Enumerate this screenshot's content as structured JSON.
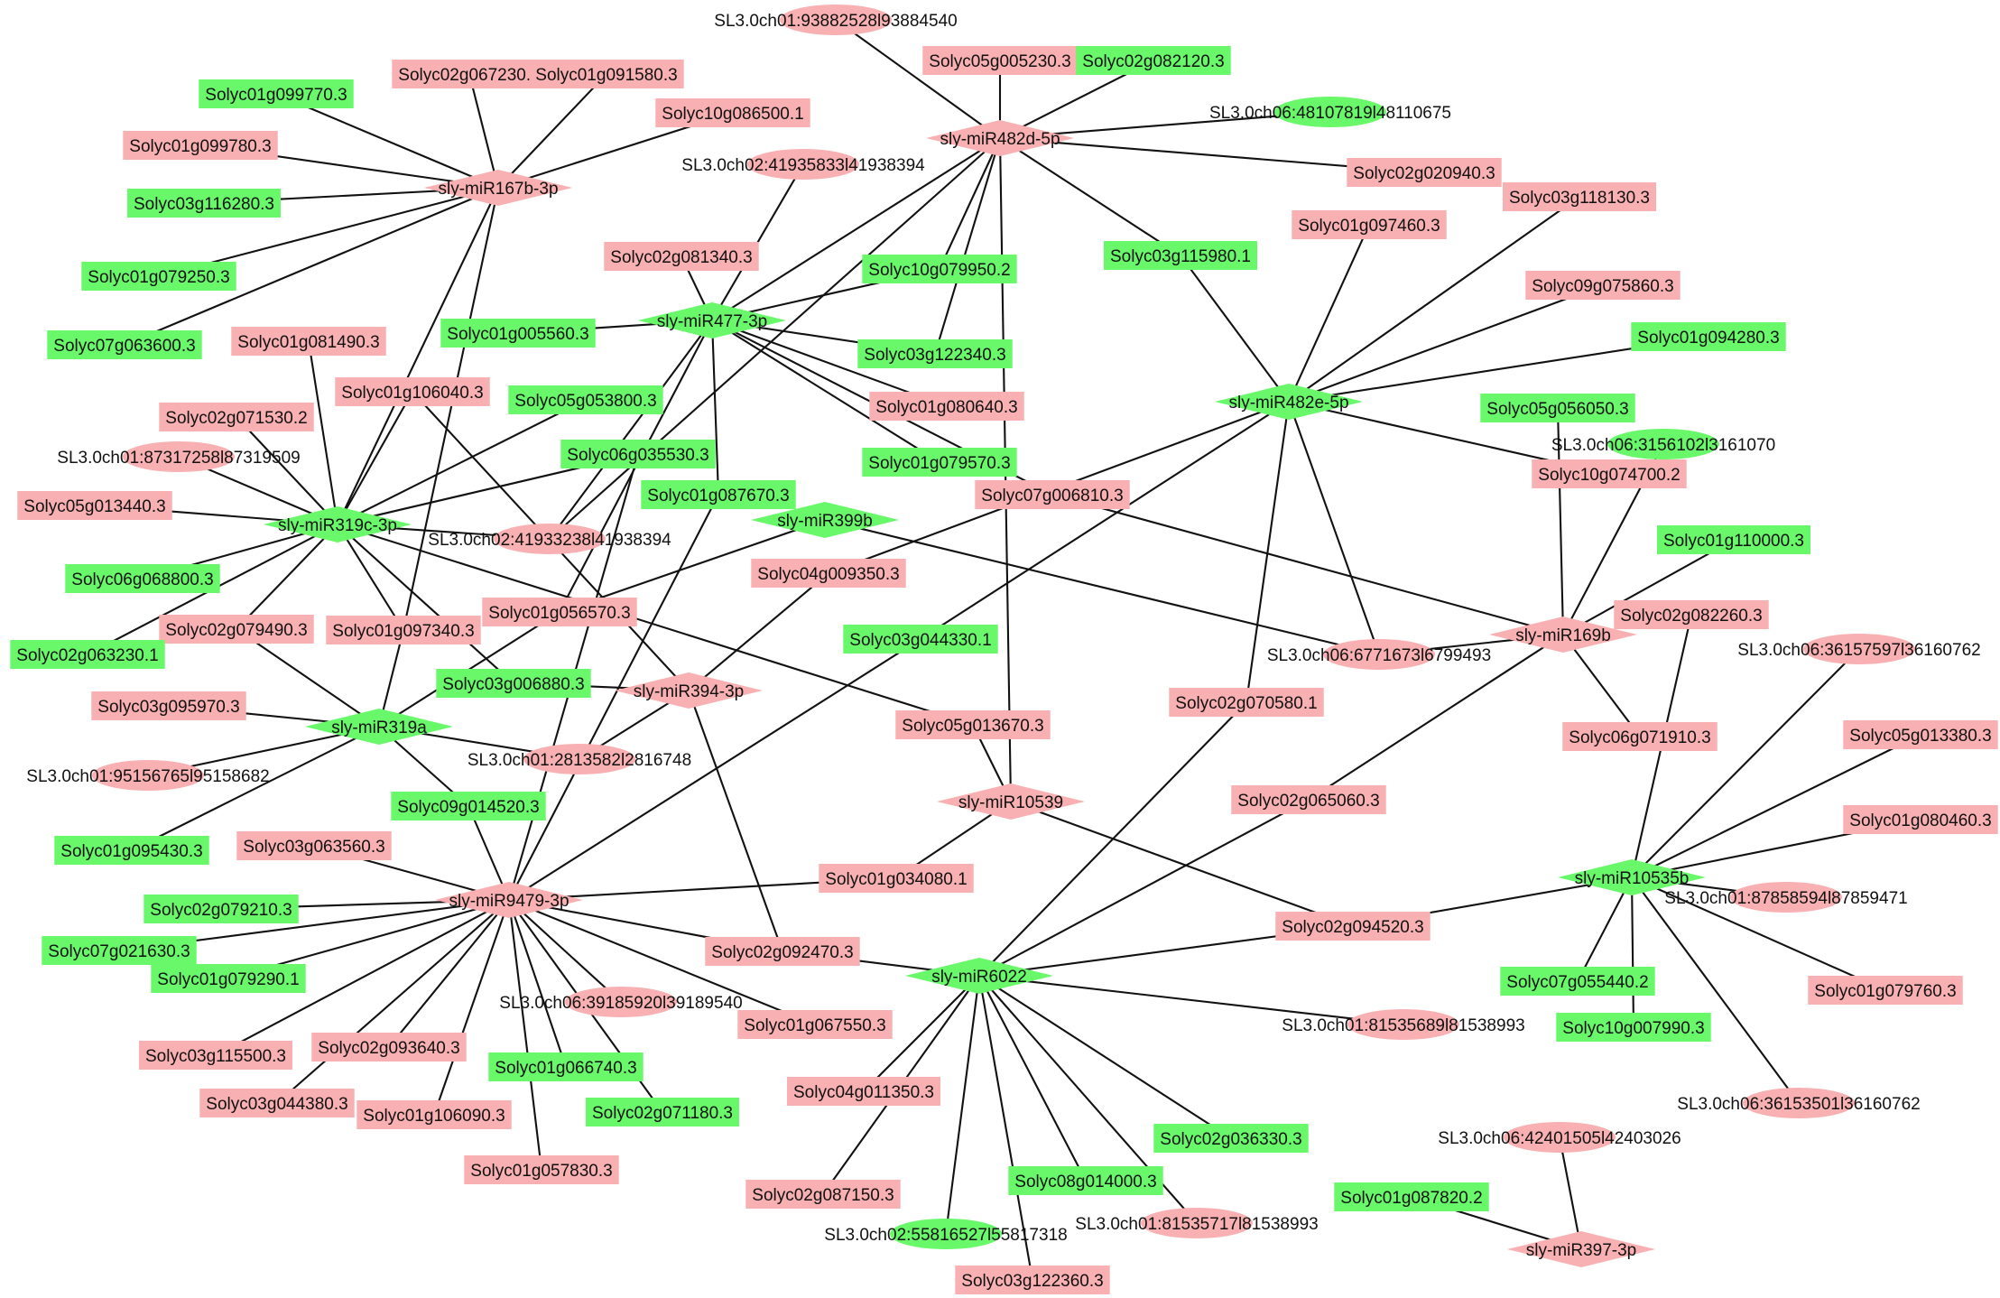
{
  "colors": {
    "pink": "#f8b0b2",
    "green": "#68f86a",
    "edge": "#111111"
  },
  "nodes": [
    {
      "id": "mir167b",
      "label": "sly-miR167b-3p",
      "shape": "diamond",
      "color": "pink"
    },
    {
      "id": "mir482d",
      "label": "sly-miR482d-5p",
      "shape": "diamond",
      "color": "pink"
    },
    {
      "id": "mir477",
      "label": "sly-miR477-3p",
      "shape": "diamond",
      "color": "green"
    },
    {
      "id": "mir482e",
      "label": "sly-miR482e-5p",
      "shape": "diamond",
      "color": "green"
    },
    {
      "id": "mir319c",
      "label": "sly-miR319c-3p",
      "shape": "diamond",
      "color": "green"
    },
    {
      "id": "mir399b",
      "label": "sly-miR399b",
      "shape": "diamond",
      "color": "green"
    },
    {
      "id": "mir169b",
      "label": "sly-miR169b",
      "shape": "diamond",
      "color": "pink"
    },
    {
      "id": "mir394",
      "label": "sly-miR394-3p",
      "shape": "diamond",
      "color": "pink"
    },
    {
      "id": "mir319a",
      "label": "sly-miR319a",
      "shape": "diamond",
      "color": "green"
    },
    {
      "id": "mir10539",
      "label": "sly-miR10539",
      "shape": "diamond",
      "color": "pink"
    },
    {
      "id": "mir9479",
      "label": "sly-miR9479-3p",
      "shape": "diamond",
      "color": "pink"
    },
    {
      "id": "mir10535b",
      "label": "sly-miR10535b",
      "shape": "diamond",
      "color": "green"
    },
    {
      "id": "mir6022",
      "label": "sly-miR6022",
      "shape": "diamond",
      "color": "green"
    },
    {
      "id": "mir397",
      "label": "sly-miR397-3p",
      "shape": "diamond",
      "color": "pink"
    },
    {
      "id": "e_ch01_938",
      "label": "SL3.0ch01:93882528l93884540",
      "shape": "ellipse",
      "color": "pink"
    },
    {
      "id": "e_ch06_481",
      "label": "SL3.0ch06:48107819l48110675",
      "shape": "ellipse",
      "color": "green"
    },
    {
      "id": "e_ch02_419a",
      "label": "SL3.0ch02:41935833l41938394",
      "shape": "ellipse",
      "color": "pink"
    },
    {
      "id": "e_ch01_873",
      "label": "SL3.0ch01:87317258l87319509",
      "shape": "ellipse",
      "color": "pink"
    },
    {
      "id": "e_ch02_419b",
      "label": "SL3.0ch02:41933238l41938394",
      "shape": "ellipse",
      "color": "pink"
    },
    {
      "id": "e_ch06_315",
      "label": "SL3.0ch06:3156102l3161070",
      "shape": "ellipse",
      "color": "green"
    },
    {
      "id": "e_ch06_677",
      "label": "SL3.0ch06:6771673l6799493",
      "shape": "ellipse",
      "color": "pink"
    },
    {
      "id": "e_ch06_3615a",
      "label": "SL3.0ch06:36157597l36160762",
      "shape": "ellipse",
      "color": "pink"
    },
    {
      "id": "e_ch01_951",
      "label": "SL3.0ch01:95156765l95158682",
      "shape": "ellipse",
      "color": "pink"
    },
    {
      "id": "e_ch01_281",
      "label": "SL3.0ch01:2813582l2816748",
      "shape": "ellipse",
      "color": "pink"
    },
    {
      "id": "e_ch01_878",
      "label": "SL3.0ch01:87858594l87859471",
      "shape": "ellipse",
      "color": "pink"
    },
    {
      "id": "e_ch06_391",
      "label": "SL3.0ch06:39185920l39189540",
      "shape": "ellipse",
      "color": "pink"
    },
    {
      "id": "e_ch01_8153a",
      "label": "SL3.0ch01:81535689l81538993",
      "shape": "ellipse",
      "color": "pink"
    },
    {
      "id": "e_ch06_3615b",
      "label": "SL3.0ch06:36153501l36160762",
      "shape": "ellipse",
      "color": "pink"
    },
    {
      "id": "e_ch06_424",
      "label": "SL3.0ch06:42401505l42403026",
      "shape": "ellipse",
      "color": "pink"
    },
    {
      "id": "e_ch02_558",
      "label": "SL3.0ch02:55816527l55817318",
      "shape": "ellipse",
      "color": "green"
    },
    {
      "id": "e_ch01_8153b",
      "label": "SL3.0ch01:81535717l81538993",
      "shape": "ellipse",
      "color": "pink"
    },
    {
      "id": "g1",
      "label": "Solyc02g067230.3",
      "shape": "rect",
      "color": "pink"
    },
    {
      "id": "g2",
      "label": "Solyc01g091580.3",
      "shape": "rect",
      "color": "pink"
    },
    {
      "id": "g3",
      "label": "Solyc01g099770.3",
      "shape": "rect",
      "color": "green"
    },
    {
      "id": "g4",
      "label": "Solyc10g086500.1",
      "shape": "rect",
      "color": "pink"
    },
    {
      "id": "g5",
      "label": "Solyc01g099780.3",
      "shape": "rect",
      "color": "pink"
    },
    {
      "id": "g6",
      "label": "Solyc03g116280.3",
      "shape": "rect",
      "color": "green"
    },
    {
      "id": "g7",
      "label": "Solyc01g079250.3",
      "shape": "rect",
      "color": "green"
    },
    {
      "id": "g8",
      "label": "Solyc07g063600.3",
      "shape": "rect",
      "color": "green"
    },
    {
      "id": "g9",
      "label": "Solyc01g081490.3",
      "shape": "rect",
      "color": "pink"
    },
    {
      "id": "g10",
      "label": "Solyc05g005230.3",
      "shape": "rect",
      "color": "pink"
    },
    {
      "id": "g11",
      "label": "Solyc02g082120.3",
      "shape": "rect",
      "color": "green"
    },
    {
      "id": "g12",
      "label": "Solyc02g020940.3",
      "shape": "rect",
      "color": "pink"
    },
    {
      "id": "g13",
      "label": "Solyc03g118130.3",
      "shape": "rect",
      "color": "pink"
    },
    {
      "id": "g14",
      "label": "Solyc01g097460.3",
      "shape": "rect",
      "color": "pink"
    },
    {
      "id": "g15",
      "label": "Solyc02g081340.3",
      "shape": "rect",
      "color": "pink"
    },
    {
      "id": "g16",
      "label": "Solyc10g079950.2",
      "shape": "rect",
      "color": "green"
    },
    {
      "id": "g17",
      "label": "Solyc03g115980.1",
      "shape": "rect",
      "color": "green"
    },
    {
      "id": "g18",
      "label": "Solyc09g075860.3",
      "shape": "rect",
      "color": "pink"
    },
    {
      "id": "g19",
      "label": "Solyc01g005560.3",
      "shape": "rect",
      "color": "green"
    },
    {
      "id": "g20",
      "label": "Solyc03g122340.3",
      "shape": "rect",
      "color": "green"
    },
    {
      "id": "g21",
      "label": "Solyc01g094280.3",
      "shape": "rect",
      "color": "green"
    },
    {
      "id": "g22",
      "label": "Solyc01g106040.3",
      "shape": "rect",
      "color": "pink"
    },
    {
      "id": "g23",
      "label": "Solyc05g053800.3",
      "shape": "rect",
      "color": "green"
    },
    {
      "id": "g24",
      "label": "Solyc01g080640.3",
      "shape": "rect",
      "color": "pink"
    },
    {
      "id": "g25",
      "label": "Solyc05g056050.3",
      "shape": "rect",
      "color": "green"
    },
    {
      "id": "g26",
      "label": "Solyc02g071530.2",
      "shape": "rect",
      "color": "pink"
    },
    {
      "id": "g27",
      "label": "Solyc06g035530.3",
      "shape": "rect",
      "color": "green"
    },
    {
      "id": "g28",
      "label": "Solyc01g079570.3",
      "shape": "rect",
      "color": "green"
    },
    {
      "id": "g29",
      "label": "Solyc10g074700.2",
      "shape": "rect",
      "color": "pink"
    },
    {
      "id": "g30",
      "label": "Solyc01g087670.3",
      "shape": "rect",
      "color": "green"
    },
    {
      "id": "g31",
      "label": "Solyc07g006810.3",
      "shape": "rect",
      "color": "pink"
    },
    {
      "id": "g32",
      "label": "Solyc05g013440.3",
      "shape": "rect",
      "color": "pink"
    },
    {
      "id": "g33",
      "label": "Solyc01g110000.3",
      "shape": "rect",
      "color": "green"
    },
    {
      "id": "g34",
      "label": "Solyc06g068800.3",
      "shape": "rect",
      "color": "green"
    },
    {
      "id": "g35",
      "label": "Solyc04g009350.3",
      "shape": "rect",
      "color": "pink"
    },
    {
      "id": "g36",
      "label": "Solyc01g056570.3",
      "shape": "rect",
      "color": "pink"
    },
    {
      "id": "g37",
      "label": "Solyc02g082260.3",
      "shape": "rect",
      "color": "pink"
    },
    {
      "id": "g38",
      "label": "Solyc02g079490.3",
      "shape": "rect",
      "color": "pink"
    },
    {
      "id": "g39",
      "label": "Solyc01g097340.3",
      "shape": "rect",
      "color": "pink"
    },
    {
      "id": "g40",
      "label": "Solyc03g044330.1",
      "shape": "rect",
      "color": "green"
    },
    {
      "id": "g41",
      "label": "Solyc02g063230.1",
      "shape": "rect",
      "color": "green"
    },
    {
      "id": "g42",
      "label": "Solyc03g006880.3",
      "shape": "rect",
      "color": "green"
    },
    {
      "id": "g43",
      "label": "Solyc02g070580.1",
      "shape": "rect",
      "color": "pink"
    },
    {
      "id": "g44",
      "label": "Solyc03g095970.3",
      "shape": "rect",
      "color": "pink"
    },
    {
      "id": "g45",
      "label": "Solyc05g013670.3",
      "shape": "rect",
      "color": "pink"
    },
    {
      "id": "g46",
      "label": "Solyc06g071910.3",
      "shape": "rect",
      "color": "pink"
    },
    {
      "id": "g47",
      "label": "Solyc05g013380.3",
      "shape": "rect",
      "color": "pink"
    },
    {
      "id": "g48",
      "label": "Solyc09g014520.3",
      "shape": "rect",
      "color": "green"
    },
    {
      "id": "g49",
      "label": "Solyc02g065060.3",
      "shape": "rect",
      "color": "pink"
    },
    {
      "id": "g50",
      "label": "Solyc01g080460.3",
      "shape": "rect",
      "color": "pink"
    },
    {
      "id": "g51",
      "label": "Solyc01g095430.3",
      "shape": "rect",
      "color": "green"
    },
    {
      "id": "g52",
      "label": "Solyc03g063560.3",
      "shape": "rect",
      "color": "pink"
    },
    {
      "id": "g53",
      "label": "Solyc01g034080.1",
      "shape": "rect",
      "color": "pink"
    },
    {
      "id": "g54",
      "label": "Solyc02g079210.3",
      "shape": "rect",
      "color": "green"
    },
    {
      "id": "g55",
      "label": "Solyc07g021630.3",
      "shape": "rect",
      "color": "green"
    },
    {
      "id": "g56",
      "label": "Solyc02g092470.3",
      "shape": "rect",
      "color": "pink"
    },
    {
      "id": "g57",
      "label": "Solyc02g094520.3",
      "shape": "rect",
      "color": "pink"
    },
    {
      "id": "g58",
      "label": "Solyc01g079290.1",
      "shape": "rect",
      "color": "green"
    },
    {
      "id": "g59",
      "label": "Solyc07g055440.2",
      "shape": "rect",
      "color": "green"
    },
    {
      "id": "g60",
      "label": "Solyc01g079760.3",
      "shape": "rect",
      "color": "pink"
    },
    {
      "id": "g61",
      "label": "Solyc01g067550.3",
      "shape": "rect",
      "color": "pink"
    },
    {
      "id": "g62",
      "label": "Solyc03g115500.3",
      "shape": "rect",
      "color": "pink"
    },
    {
      "id": "g63",
      "label": "Solyc02g093640.3",
      "shape": "rect",
      "color": "pink"
    },
    {
      "id": "g64",
      "label": "Solyc10g007990.3",
      "shape": "rect",
      "color": "green"
    },
    {
      "id": "g65",
      "label": "Solyc01g066740.3",
      "shape": "rect",
      "color": "green"
    },
    {
      "id": "g66",
      "label": "Solyc04g011350.3",
      "shape": "rect",
      "color": "pink"
    },
    {
      "id": "g67",
      "label": "Solyc03g044380.3",
      "shape": "rect",
      "color": "pink"
    },
    {
      "id": "g68",
      "label": "Solyc01g106090.3",
      "shape": "rect",
      "color": "pink"
    },
    {
      "id": "g69",
      "label": "Solyc02g071180.3",
      "shape": "rect",
      "color": "green"
    },
    {
      "id": "g70",
      "label": "Solyc02g036330.3",
      "shape": "rect",
      "color": "green"
    },
    {
      "id": "g71",
      "label": "Solyc01g057830.3",
      "shape": "rect",
      "color": "pink"
    },
    {
      "id": "g72",
      "label": "Solyc08g014000.3",
      "shape": "rect",
      "color": "green"
    },
    {
      "id": "g73",
      "label": "Solyc02g087150.3",
      "shape": "rect",
      "color": "pink"
    },
    {
      "id": "g74",
      "label": "Solyc01g087820.2",
      "shape": "rect",
      "color": "green"
    },
    {
      "id": "g75",
      "label": "Solyc03g122360.3",
      "shape": "rect",
      "color": "pink"
    }
  ],
  "edges": [
    [
      "mir167b",
      "g1"
    ],
    [
      "mir167b",
      "g2"
    ],
    [
      "mir167b",
      "g3"
    ],
    [
      "mir167b",
      "g4"
    ],
    [
      "mir167b",
      "g5"
    ],
    [
      "mir167b",
      "g6"
    ],
    [
      "mir167b",
      "g7"
    ],
    [
      "mir167b",
      "g8"
    ],
    [
      "mir167b",
      "mir319c"
    ],
    [
      "mir167b",
      "g39"
    ],
    [
      "mir482d",
      "e_ch01_938"
    ],
    [
      "mir482d",
      "g10"
    ],
    [
      "mir482d",
      "g11"
    ],
    [
      "mir482d",
      "e_ch06_481"
    ],
    [
      "mir482d",
      "g12"
    ],
    [
      "mir482d",
      "g17"
    ],
    [
      "mir482d",
      "g16"
    ],
    [
      "mir482d",
      "g20"
    ],
    [
      "mir482d",
      "mir10539"
    ],
    [
      "mir482d",
      "e_ch02_419b"
    ],
    [
      "mir482d",
      "mir477"
    ],
    [
      "mir477",
      "e_ch02_419a"
    ],
    [
      "mir477",
      "g15"
    ],
    [
      "mir477",
      "g16"
    ],
    [
      "mir477",
      "g19"
    ],
    [
      "mir477",
      "g20"
    ],
    [
      "mir477",
      "g24"
    ],
    [
      "mir477",
      "g28"
    ],
    [
      "mir477",
      "g31"
    ],
    [
      "mir477",
      "g30"
    ],
    [
      "mir477",
      "e_ch02_419b"
    ],
    [
      "mir477",
      "g36"
    ],
    [
      "mir482e",
      "g13"
    ],
    [
      "mir482e",
      "g14"
    ],
    [
      "mir482e",
      "g17"
    ],
    [
      "mir482e",
      "g18"
    ],
    [
      "mir482e",
      "g21"
    ],
    [
      "mir482e",
      "g29"
    ],
    [
      "mir482e",
      "e_ch06_677"
    ],
    [
      "mir482e",
      "g43"
    ],
    [
      "mir482e",
      "g40"
    ],
    [
      "mir482e",
      "g35"
    ],
    [
      "mir319c",
      "g9"
    ],
    [
      "mir319c",
      "g22"
    ],
    [
      "mir319c",
      "g23"
    ],
    [
      "mir319c",
      "g26"
    ],
    [
      "mir319c",
      "e_ch01_873"
    ],
    [
      "mir319c",
      "g27"
    ],
    [
      "mir319c",
      "g32"
    ],
    [
      "mir319c",
      "e_ch02_419b"
    ],
    [
      "mir319c",
      "g34"
    ],
    [
      "mir319c",
      "g41"
    ],
    [
      "mir319c",
      "g38"
    ],
    [
      "mir319c",
      "g39"
    ],
    [
      "mir319c",
      "g42"
    ],
    [
      "mir319c",
      "g45"
    ],
    [
      "mir399b",
      "g36"
    ],
    [
      "mir399b",
      "e_ch06_677"
    ],
    [
      "mir169b",
      "g31"
    ],
    [
      "mir169b",
      "e_ch06_315"
    ],
    [
      "mir169b",
      "g25"
    ],
    [
      "mir169b",
      "g33"
    ],
    [
      "mir169b",
      "g46"
    ],
    [
      "mir169b",
      "e_ch06_677"
    ],
    [
      "mir169b",
      "g49"
    ],
    [
      "mir394",
      "g35"
    ],
    [
      "mir394",
      "g42"
    ],
    [
      "mir394",
      "e_ch01_281"
    ],
    [
      "mir394",
      "g56"
    ],
    [
      "mir394",
      "g22"
    ],
    [
      "mir319a",
      "g38"
    ],
    [
      "mir319a",
      "g39"
    ],
    [
      "mir319a",
      "g44"
    ],
    [
      "mir319a",
      "e_ch01_951"
    ],
    [
      "mir319a",
      "g51"
    ],
    [
      "mir319a",
      "g36"
    ],
    [
      "mir319a",
      "g48"
    ],
    [
      "mir319a",
      "e_ch01_281"
    ],
    [
      "mir10539",
      "g45"
    ],
    [
      "mir10539",
      "g53"
    ],
    [
      "mir10539",
      "g57"
    ],
    [
      "mir9479",
      "g27"
    ],
    [
      "mir9479",
      "g30"
    ],
    [
      "mir9479",
      "g52"
    ],
    [
      "mir9479",
      "g53"
    ],
    [
      "mir9479",
      "g54"
    ],
    [
      "mir9479",
      "g55"
    ],
    [
      "mir9479",
      "g58"
    ],
    [
      "mir9479",
      "g62"
    ],
    [
      "mir9479",
      "g63"
    ],
    [
      "mir9479",
      "g67"
    ],
    [
      "mir9479",
      "g68"
    ],
    [
      "mir9479",
      "g71"
    ],
    [
      "mir9479",
      "g65"
    ],
    [
      "mir9479",
      "g69"
    ],
    [
      "mir9479",
      "e_ch06_391"
    ],
    [
      "mir9479",
      "g61"
    ],
    [
      "mir9479",
      "g56"
    ],
    [
      "mir9479",
      "g40"
    ],
    [
      "mir9479",
      "g48"
    ],
    [
      "mir10535b",
      "e_ch06_3615a"
    ],
    [
      "mir10535b",
      "g47"
    ],
    [
      "mir10535b",
      "g50"
    ],
    [
      "mir10535b",
      "e_ch01_878"
    ],
    [
      "mir10535b",
      "g60"
    ],
    [
      "mir10535b",
      "g64"
    ],
    [
      "mir10535b",
      "g59"
    ],
    [
      "mir10535b",
      "e_ch06_3615b"
    ],
    [
      "mir10535b",
      "g37"
    ],
    [
      "mir10535b",
      "g57"
    ],
    [
      "mir6022",
      "g56"
    ],
    [
      "mir6022",
      "g43"
    ],
    [
      "mir6022",
      "g49"
    ],
    [
      "mir6022",
      "g57"
    ],
    [
      "mir6022",
      "e_ch01_8153a"
    ],
    [
      "mir6022",
      "g70"
    ],
    [
      "mir6022",
      "e_ch01_8153b"
    ],
    [
      "mir6022",
      "g72"
    ],
    [
      "mir6022",
      "g75"
    ],
    [
      "mir6022",
      "e_ch02_558"
    ],
    [
      "mir6022",
      "g73"
    ],
    [
      "mir6022",
      "g66"
    ],
    [
      "mir397",
      "e_ch06_424"
    ],
    [
      "mir397",
      "g74"
    ]
  ]
}
